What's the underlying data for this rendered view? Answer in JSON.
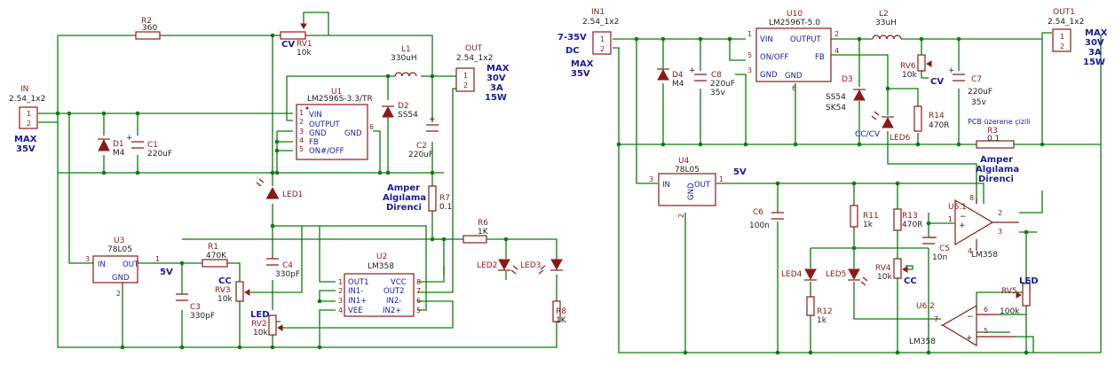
{
  "left": {
    "conn_in": {
      "ref": "IN",
      "val": "2.54_1x2",
      "p1": "1",
      "p2": "2",
      "note1": "MAX",
      "note2": "35V"
    },
    "conn_out": {
      "ref": "OUT",
      "val": "2.54_1x2",
      "p1": "1",
      "p2": "2",
      "note1": "MAX",
      "note2": "30V",
      "note3": "3A",
      "note4": "15W"
    },
    "r2": {
      "ref": "R2",
      "val": "360"
    },
    "rv1": {
      "ref": "RV1",
      "val": "10k",
      "label": "CV"
    },
    "l1": {
      "ref": "L1",
      "val": "330uH"
    },
    "u1": {
      "ref": "U1",
      "val": "LM2596S-3.3/TR",
      "pins": [
        "VIN",
        "OUTPUT",
        "GND",
        "FB",
        "ON#/OFF",
        "GND"
      ],
      "nums": [
        "1",
        "2",
        "3",
        "4",
        "5",
        "6"
      ]
    },
    "d2": {
      "ref": "D2",
      "val": "SS54"
    },
    "c2": {
      "ref": "C2",
      "val": "220uF"
    },
    "d1": {
      "ref": "D1",
      "val": "M4"
    },
    "c1": {
      "ref": "C1",
      "val": "220uF"
    },
    "led1": {
      "ref": "LED1"
    },
    "r7": {
      "ref": "R7",
      "val": "0.1",
      "label1": "Amper",
      "label2": "Algılama",
      "label3": "Direnci"
    },
    "r6": {
      "ref": "R6",
      "val": "1K"
    },
    "u3": {
      "ref": "U3",
      "val": "78L05",
      "in": "IN",
      "gnd": "GND",
      "out": "OUT",
      "n1": "1",
      "n2": "2",
      "n3": "3",
      "v": "5V"
    },
    "r1": {
      "ref": "R1",
      "val": "470K"
    },
    "c4": {
      "ref": "C4",
      "val": "330pF"
    },
    "u2": {
      "ref": "U2",
      "val": "LM358",
      "pins_l": [
        "OUT1",
        "IN1-",
        "IN1+",
        "VEE"
      ],
      "pins_r": [
        "VCC",
        "OUT2",
        "IN2-",
        "IN2+"
      ],
      "nums_l": [
        "1",
        "2",
        "3",
        "4"
      ],
      "nums_r": [
        "8",
        "7",
        "6",
        "5"
      ]
    },
    "led2": {
      "ref": "LED2"
    },
    "led3": {
      "ref": "LED3"
    },
    "rv3": {
      "ref": "RV3",
      "val": "10k",
      "label": "CC"
    },
    "c3": {
      "ref": "C3",
      "val": "330pF"
    },
    "rv2": {
      "ref": "RV2",
      "val": "10k",
      "label": "LED"
    },
    "r8": {
      "ref": "R8",
      "val": "1K"
    }
  },
  "right": {
    "conn_in1": {
      "ref": "IN1",
      "val": "2.54_1x2",
      "p1": "1",
      "p2": "2",
      "note1": "7-35V",
      "note2": "DC",
      "note3": "MAX",
      "note4": "35V"
    },
    "conn_out1": {
      "ref": "OUT1",
      "val": "2.54_1x2",
      "p1": "1",
      "p2": "2",
      "note1": "MAX",
      "note2": "30V",
      "note3": "3A",
      "note4": "15W"
    },
    "u10": {
      "ref": "U10",
      "val": "LM2596T-5.0",
      "pins": [
        "VIN",
        "OUTPUT",
        "ON/OFF",
        "FB",
        "GND",
        "GND"
      ],
      "nums": [
        "1",
        "2",
        "5",
        "4",
        "3",
        "6"
      ]
    },
    "l2": {
      "ref": "L2",
      "val": "33uH"
    },
    "d4": {
      "ref": "D4",
      "val": "M4"
    },
    "c8": {
      "ref": "C8",
      "val": "220uF",
      "v": "35v"
    },
    "d3": {
      "ref": "D3",
      "val": "SS54",
      "val2": "SK54"
    },
    "rv6": {
      "ref": "RV6",
      "val": "10k",
      "label": "CV"
    },
    "c7": {
      "ref": "C7",
      "val": "220uF",
      "v": "35v"
    },
    "led6": {
      "ref": "LED6",
      "label": "CC/CV"
    },
    "r14": {
      "ref": "R14",
      "val": "470R"
    },
    "r3": {
      "ref": "R3",
      "val": "0.1",
      "note": "PCB üzerene çizili",
      "label1": "Amper",
      "label2": "Algılama",
      "label3": "Direnci"
    },
    "u4": {
      "ref": "U4",
      "val": "78L05",
      "in": "IN",
      "gnd": "GND",
      "out": "OUT",
      "n1": "1",
      "n2": "2",
      "n3": "3",
      "v": "5V"
    },
    "c6": {
      "ref": "C6",
      "val": "100n"
    },
    "r11": {
      "ref": "R11",
      "val": "1k"
    },
    "r13": {
      "ref": "R13",
      "val": "470R"
    },
    "c5": {
      "ref": "C5",
      "val": "10n"
    },
    "u61": {
      "ref": "U6.1",
      "val": "LM358",
      "n1": "1",
      "n2": "2",
      "n3": "3",
      "n4": "4",
      "n8": "8"
    },
    "led4": {
      "ref": "LED4"
    },
    "led5": {
      "ref": "LED5"
    },
    "rv4": {
      "ref": "RV4",
      "val": "10k",
      "label": "CC"
    },
    "rv5": {
      "ref": "RV5",
      "val": "100k",
      "label": "LED"
    },
    "r12": {
      "ref": "R12",
      "val": "1k"
    },
    "u62": {
      "ref": "U6.2",
      "val": "LM358",
      "n5": "5",
      "n6": "6",
      "n7": "7"
    }
  }
}
